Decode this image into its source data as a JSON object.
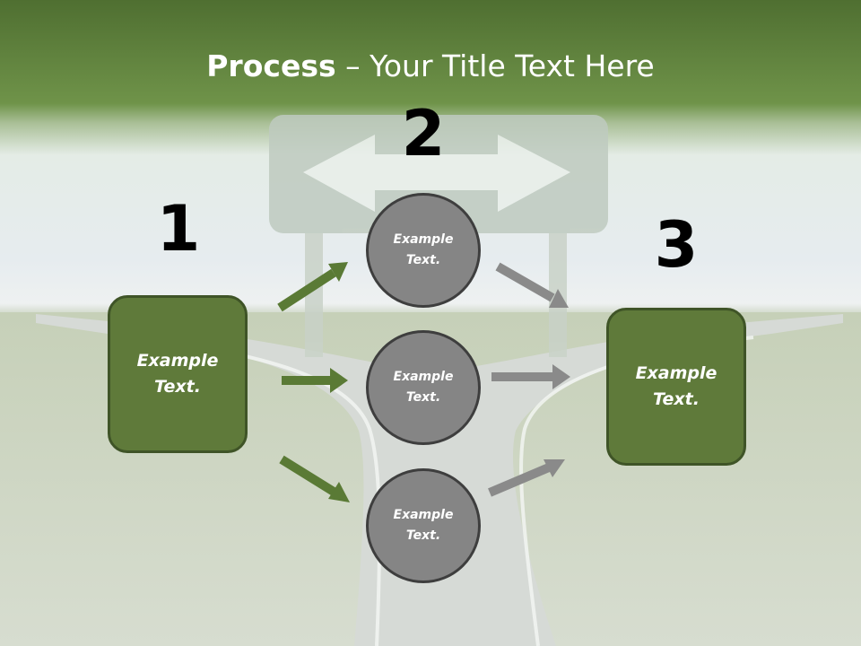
{
  "title": {
    "bold": "Process",
    "rest": " – Your Title Text Here"
  },
  "steps": [
    {
      "number": "1",
      "text": "Example Text."
    },
    {
      "number": "2"
    },
    {
      "number": "3",
      "text": "Example Text."
    }
  ],
  "circles": [
    {
      "text": "Example Text."
    },
    {
      "text": "Example Text."
    },
    {
      "text": "Example Text."
    }
  ],
  "colors": {
    "header_green": "#6a8f44",
    "box_green": "#5f7a3a",
    "arrow_green": "#5a7a35",
    "circle_gray": "#858585",
    "arrow_gray": "#8a8a8a"
  }
}
